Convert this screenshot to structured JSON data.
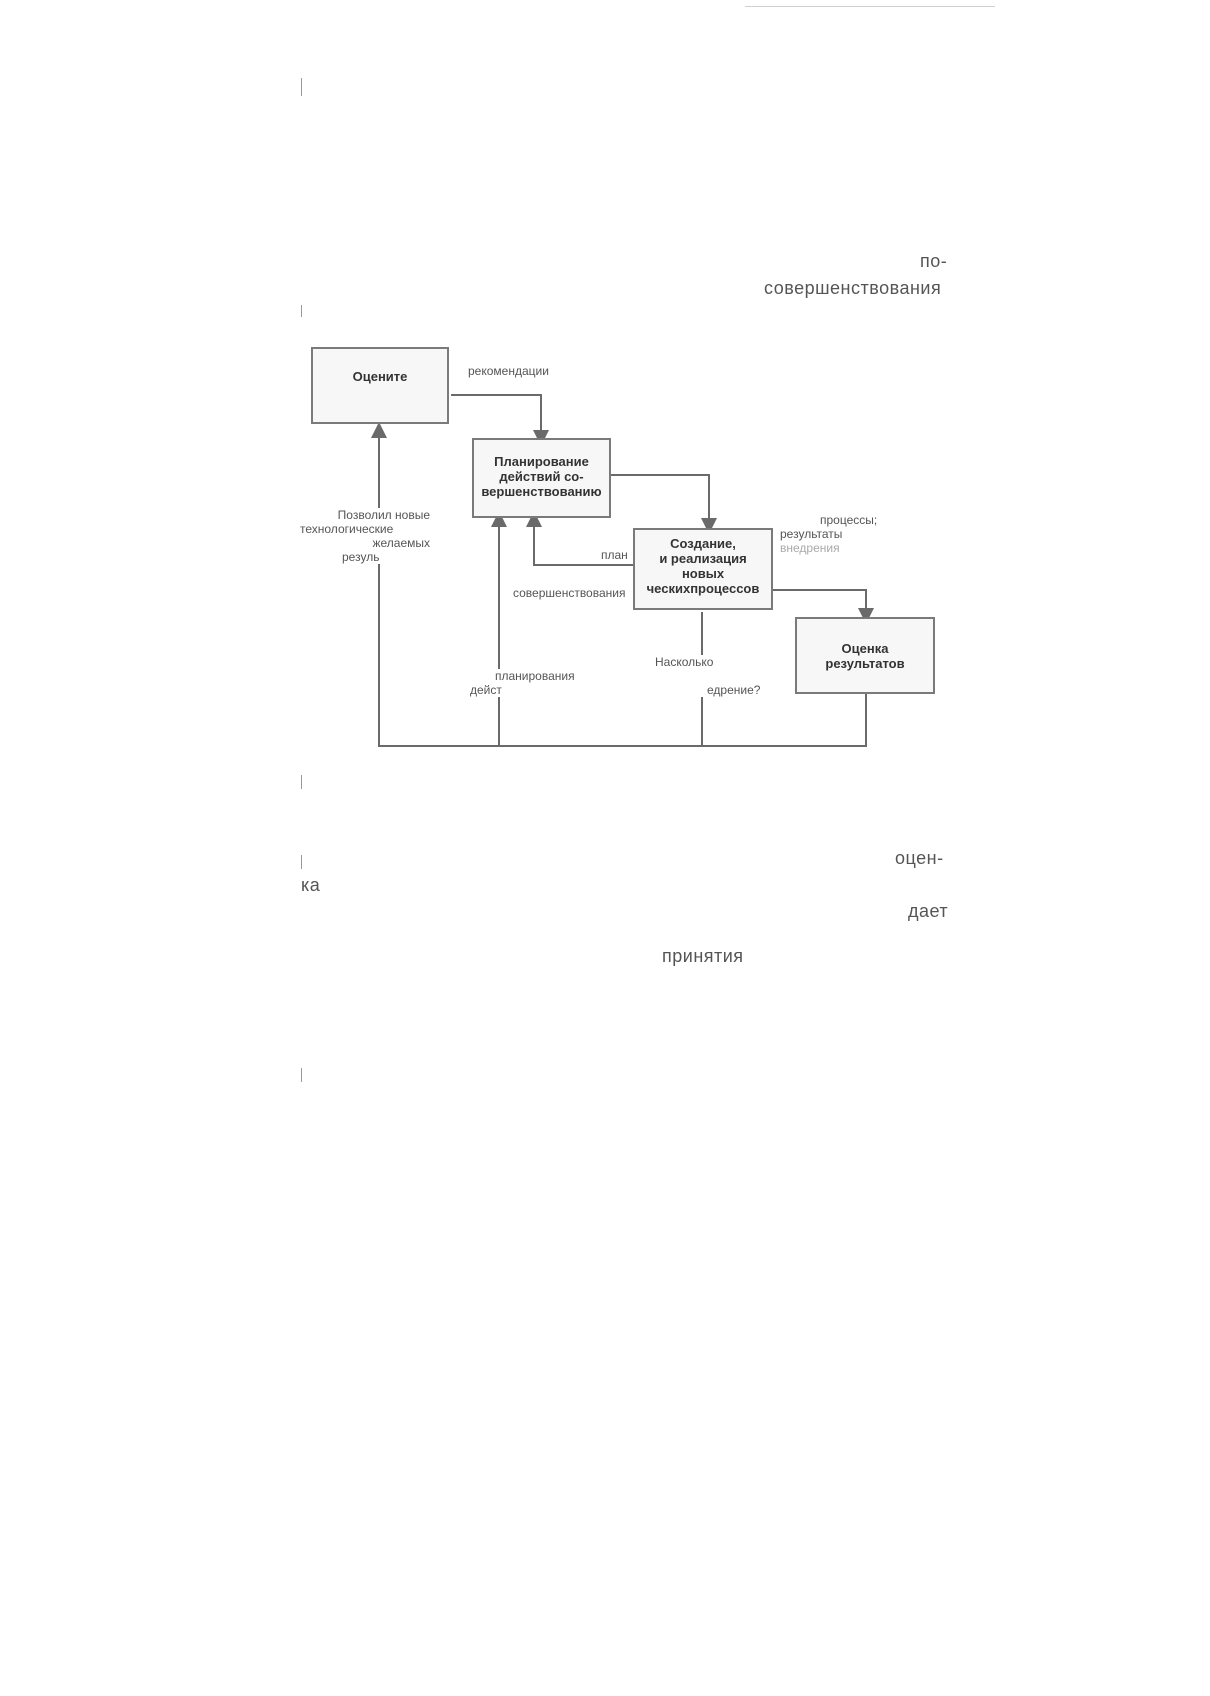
{
  "page": {
    "frag_po": "по-",
    "frag_sovershenstvovaniya": "совершенствования",
    "frag_otsen": "оцен-",
    "frag_ka": "ка",
    "frag_daet": "дает",
    "frag_prinyatiya": "принятия"
  },
  "diagram": {
    "box_evaluate": "Оцените",
    "box_planning": [
      "Планирование",
      "действий со-",
      "вершенствованию"
    ],
    "box_creation": [
      "Создание,",
      "и реализация",
      "новых",
      "ческихпроцессов"
    ],
    "box_results": [
      "Оценка",
      "результатов"
    ],
    "lbl_recommendations": "рекомендации",
    "lbl_allowed": [
      "Позволил новые",
      "технологические",
      "желаемых",
      "резуль"
    ],
    "lbl_processes": [
      "процессы;",
      "результаты",
      "внедрения"
    ],
    "lbl_plan": "план",
    "lbl_improvement": "совершенствования",
    "lbl_planning_actions": [
      "планирования",
      "дейст"
    ],
    "lbl_how_much": [
      "Насколько",
      "едрение?"
    ]
  }
}
